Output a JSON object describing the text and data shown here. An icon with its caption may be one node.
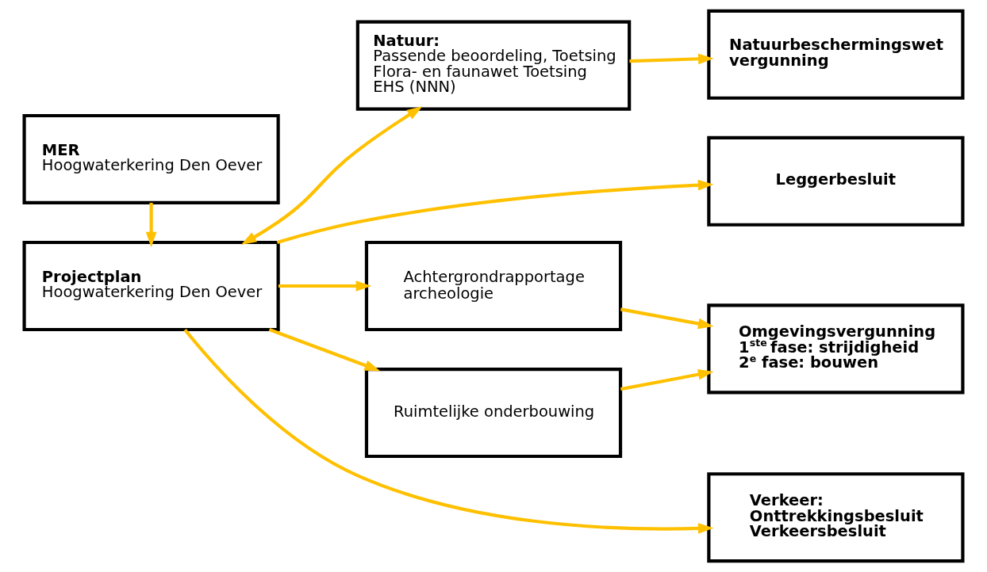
{
  "diagram": {
    "nodes": [
      {
        "text": [
          "Projectplan",
          "Hoogwaterkering Den Oever"
        ]
      },
      {
        "text": [
          "Natuur:",
          "Passende beoordeling, Toetsing Flora- en faunawet Toetsing EHS (NNN)"
        ]
      },
      {
        "text": [
          "Leggerbesluit"
        ]
      },
      {
        "text": [
          "Achtergrondrapportage archeologie"
        ]
      },
      {
        "text": [
          "Natuurbeschermingswet vergunning"
        ]
      },
      {
        "text": [
          "Omgevingsvergunning",
          "1$^{ste}$ fase: strijdigheid",
          "2$^{e}$ fase: bouwen"
        ]
      },
      {
        "text": [
          "Ruimtelijke onderbouwing"
        ]
      },
      {
        "text": [
          "MER",
          "Hoogwaterkering Den Oever"
        ]
      },
      {
        "text": [
          "Verkeer:",
          "Onttrekkingsbesluit",
          "Verkeersbesluit"
        ]
      }
    ],
    "edges": [
      {
        "from": 7,
        "to": 0,
        "arrow": "to"
      },
      {
        "from": 0,
        "to": 1,
        "arrow": "both"
      },
      {
        "from": 0,
        "to": 3,
        "arrow": "to"
      },
      {
        "from": 0,
        "to": 6,
        "arrow": "to"
      },
      {
        "from": 0,
        "to": 2,
        "arrow": "to"
      },
      {
        "from": 0,
        "to": 8,
        "arrow": "to"
      },
      {
        "from": 1,
        "to": 4,
        "arrow": "to"
      },
      {
        "from": 3,
        "to": 5,
        "arrow": "to"
      },
      {
        "from": 6,
        "to": 5,
        "arrow": "to"
      }
    ]
  }
}
